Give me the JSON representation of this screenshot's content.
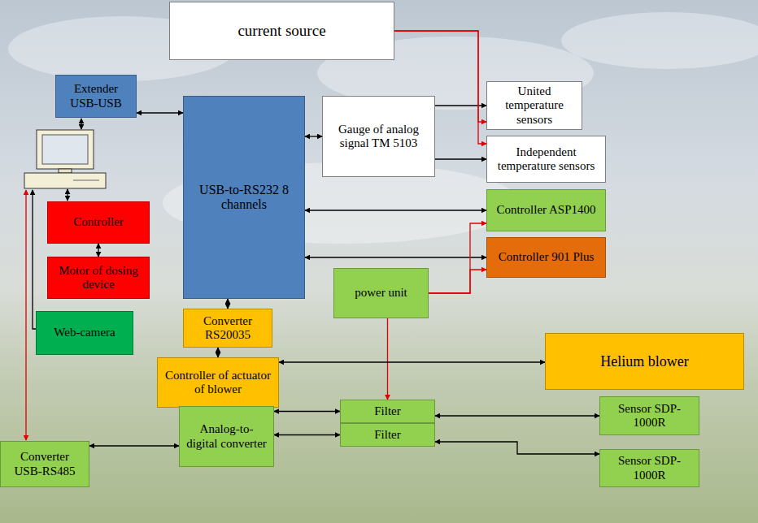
{
  "diagram": {
    "nodes": [
      {
        "text": [
          "current source"
        ]
      },
      {
        "text": [
          "Extender USB-USB"
        ]
      },
      {
        "text": [
          "USB-to-RS232 8 channels"
        ]
      },
      {
        "text": [
          "Gauge of analog signal TM 5103"
        ]
      },
      {
        "text": [
          "United temperature sensors"
        ]
      },
      {
        "text": [
          "Independent temperature sensors"
        ]
      },
      {
        "text": [
          "Controller ASP1400"
        ]
      },
      {
        "text": [
          "Controller 901 Plus"
        ]
      },
      {
        "text": [
          "Controller"
        ]
      },
      {
        "text": [
          "Motor of dosing device"
        ]
      },
      {
        "text": [
          "power unit"
        ]
      },
      {
        "text": [
          "Web-camera"
        ]
      },
      {
        "text": [
          "Converter RS20035"
        ]
      },
      {
        "text": [
          "Controller of actuator of blower"
        ]
      },
      {
        "text": [
          "Helium blower"
        ]
      },
      {
        "text": [
          "Sensor SDP-1000R"
        ]
      },
      {
        "text": [
          "Filter"
        ]
      },
      {
        "text": [
          "Filter"
        ]
      },
      {
        "text": [
          "Sensor SDP-1000R"
        ]
      },
      {
        "text": [
          "Converter USB-RS485"
        ]
      },
      {
        "text": [
          "Analog-to-digital converter"
        ]
      }
    ],
    "edges": [
      {
        "from": 1,
        "to": 2,
        "arrow": "both"
      },
      {
        "from": 2,
        "to": 3,
        "arrow": "both"
      },
      {
        "from": 3,
        "to": 4,
        "arrow": "to"
      },
      {
        "from": 3,
        "to": 5,
        "arrow": "to"
      },
      {
        "from": 0,
        "to": 4,
        "arrow": "to"
      },
      {
        "from": 0,
        "to": 5,
        "arrow": "to"
      },
      {
        "from": 2,
        "to": 6,
        "arrow": "both"
      },
      {
        "from": 2,
        "to": 7,
        "arrow": "both"
      },
      {
        "from": 10,
        "to": 6,
        "arrow": "to"
      },
      {
        "from": 10,
        "to": 7,
        "arrow": "to"
      },
      {
        "from": 10,
        "to": 16,
        "arrow": "to"
      },
      {
        "from": 8,
        "to": 9,
        "arrow": "both"
      },
      {
        "from": 2,
        "to": 12,
        "arrow": "both"
      },
      {
        "from": 12,
        "to": 13,
        "arrow": "both"
      },
      {
        "from": 13,
        "to": 14,
        "arrow": "both"
      },
      {
        "from": 19,
        "to": 20,
        "arrow": "both"
      },
      {
        "from": 20,
        "to": 16,
        "arrow": "both"
      },
      {
        "from": 20,
        "to": 17,
        "arrow": "both"
      },
      {
        "from": 16,
        "to": 15,
        "arrow": "both"
      },
      {
        "from": 17,
        "to": 18,
        "arrow": "both"
      }
    ]
  }
}
